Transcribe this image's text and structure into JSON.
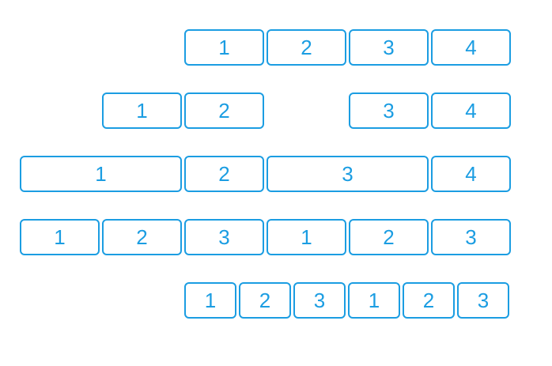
{
  "colors": {
    "accent": "#1B9DE2",
    "background": "#FFFFFF"
  },
  "diagram": {
    "description": "Five rows of numbered boxes illustrating different groupings of equal-width units",
    "rows": [
      {
        "labels": [
          "1",
          "2",
          "3",
          "4"
        ]
      },
      {
        "labels": [
          "1",
          "2",
          "3",
          "4"
        ]
      },
      {
        "labels": [
          "1",
          "2",
          "3",
          "4"
        ]
      },
      {
        "labels": [
          "1",
          "2",
          "3",
          "1",
          "2",
          "3"
        ]
      },
      {
        "labels": [
          "1",
          "2",
          "3",
          "1",
          "2",
          "3"
        ]
      }
    ]
  }
}
